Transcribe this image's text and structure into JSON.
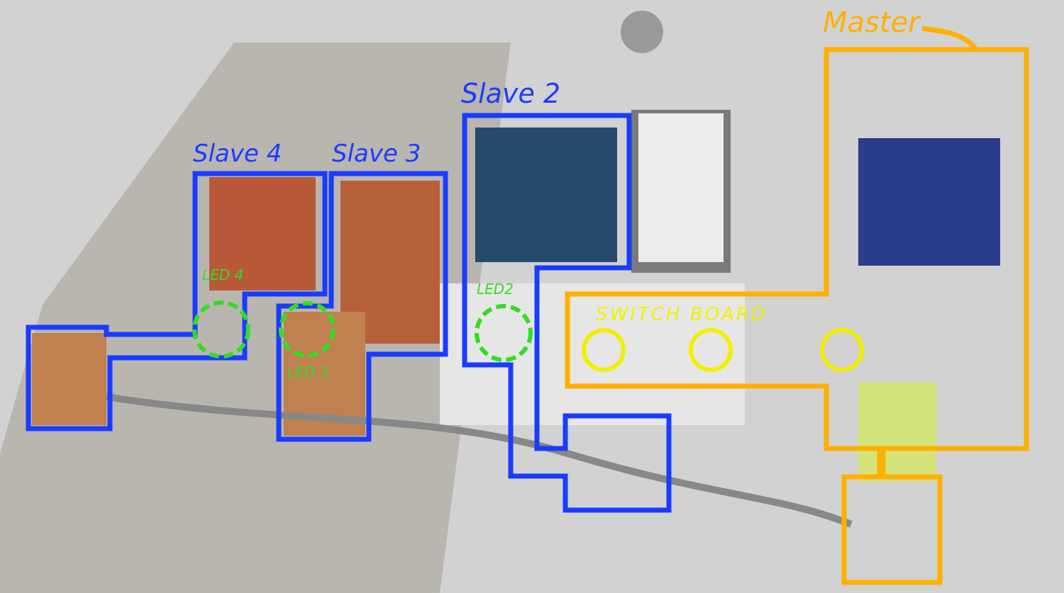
{
  "labels": {
    "master": "Master",
    "slave2": "Slave 2",
    "slave3": "Slave 3",
    "slave4": "Slave 4",
    "led4": "LED 4",
    "led3": "LED 3",
    "led2": "LED2",
    "switch_board": "SWITCH BOARD"
  },
  "colors": {
    "slave": "#1a3cff",
    "master": "#ffb000",
    "led": "#33dd22",
    "switch": "#f0f000"
  }
}
